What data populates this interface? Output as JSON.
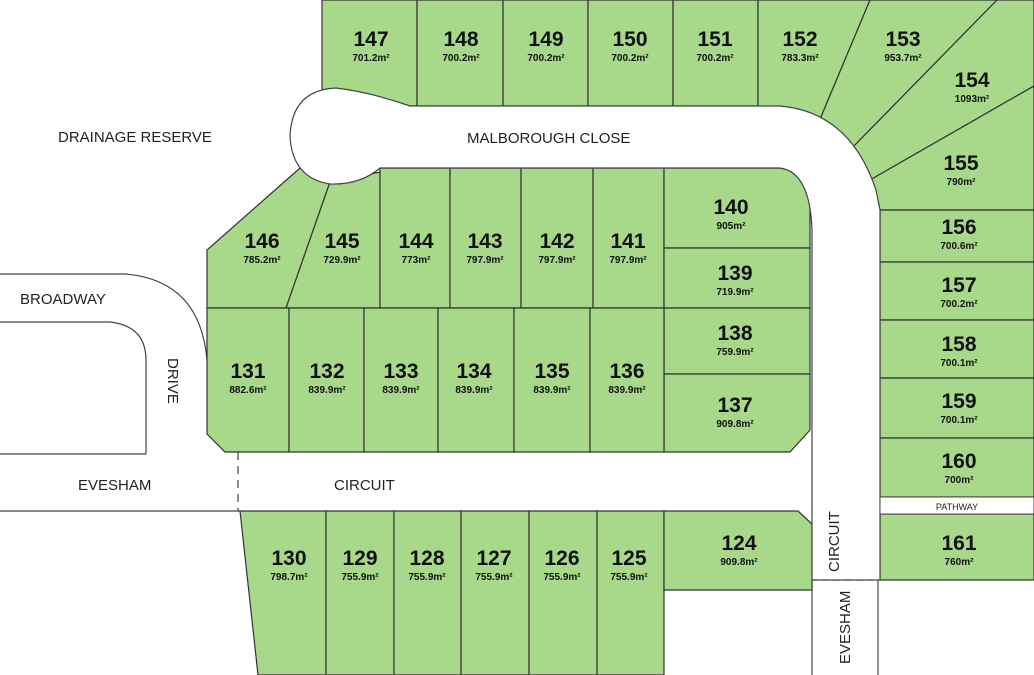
{
  "colors": {
    "lot_fill": "#a8d98a",
    "road": "#ffffff",
    "lot_border": "#333333"
  },
  "labels": {
    "drainage_reserve": "DRAINAGE RESERVE",
    "malborough_close": "MALBOROUGH CLOSE",
    "broadway": "BROADWAY",
    "drive": "DRIVE",
    "evesham_left": "EVESHAM",
    "circuit_bottom": "CIRCUIT",
    "circuit_vertical": "CIRCUIT",
    "evesham_vertical": "EVESHAM",
    "pathway": "PATHWAY"
  },
  "lots": [
    {
      "number": "147",
      "area": "701.2m²"
    },
    {
      "number": "148",
      "area": "700.2m²"
    },
    {
      "number": "149",
      "area": "700.2m²"
    },
    {
      "number": "150",
      "area": "700.2m²"
    },
    {
      "number": "151",
      "area": "700.2m²"
    },
    {
      "number": "152",
      "area": "783.3m²"
    },
    {
      "number": "153",
      "area": "953.7m²"
    },
    {
      "number": "154",
      "area": "1093m²"
    },
    {
      "number": "155",
      "area": "790m²"
    },
    {
      "number": "156",
      "area": "700.6m²"
    },
    {
      "number": "157",
      "area": "700.2m²"
    },
    {
      "number": "158",
      "area": "700.1m²"
    },
    {
      "number": "159",
      "area": "700.1m²"
    },
    {
      "number": "160",
      "area": "700m²"
    },
    {
      "number": "161",
      "area": "760m²"
    },
    {
      "number": "146",
      "area": "785.2m²"
    },
    {
      "number": "145",
      "area": "729.9m²"
    },
    {
      "number": "144",
      "area": "773m²"
    },
    {
      "number": "143",
      "area": "797.9m²"
    },
    {
      "number": "142",
      "area": "797.9m²"
    },
    {
      "number": "141",
      "area": "797.9m²"
    },
    {
      "number": "140",
      "area": "905m²"
    },
    {
      "number": "139",
      "area": "719.9m²"
    },
    {
      "number": "138",
      "area": "759.9m²"
    },
    {
      "number": "137",
      "area": "909.8m²"
    },
    {
      "number": "131",
      "area": "882.6m²"
    },
    {
      "number": "132",
      "area": "839.9m²"
    },
    {
      "number": "133",
      "area": "839.9m²"
    },
    {
      "number": "134",
      "area": "839.9m²"
    },
    {
      "number": "135",
      "area": "839.9m²"
    },
    {
      "number": "136",
      "area": "839.9m²"
    },
    {
      "number": "130",
      "area": "798.7m²"
    },
    {
      "number": "129",
      "area": "755.9m²"
    },
    {
      "number": "128",
      "area": "755.9m²"
    },
    {
      "number": "127",
      "area": "755.9m²"
    },
    {
      "number": "126",
      "area": "755.9m²"
    },
    {
      "number": "125",
      "area": "755.9m²"
    },
    {
      "number": "124",
      "area": "909.8m²"
    }
  ]
}
